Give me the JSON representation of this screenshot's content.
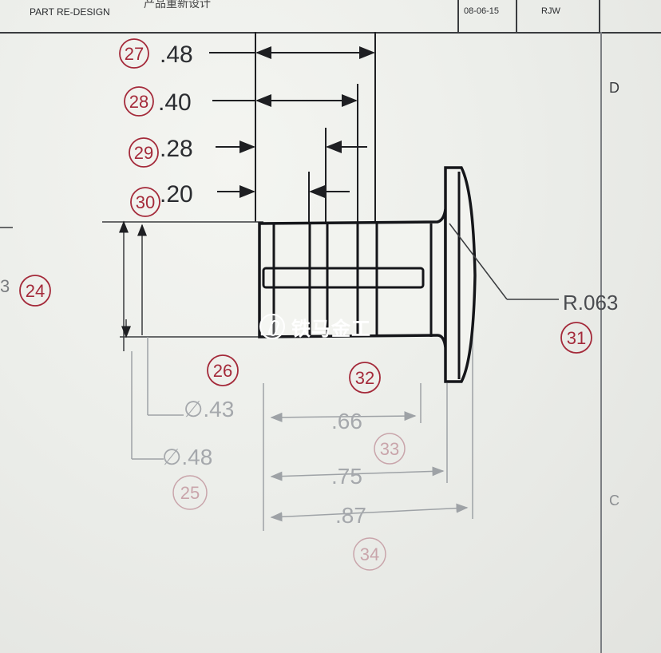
{
  "title_block": {
    "part_name": "PART RE-DESIGN",
    "part_name_cn": "产品重新设计",
    "date": "08-06-15",
    "drawn_by": "RJW"
  },
  "zones": {
    "d": "D",
    "c": "C"
  },
  "balloons": {
    "b24": "24",
    "b25": "25",
    "b26": "26",
    "b27": "27",
    "b28": "28",
    "b29": "29",
    "b30": "30",
    "b31": "31",
    "b32": "32",
    "b33": "33",
    "b34": "34",
    "edge": "3"
  },
  "dimensions": {
    "d27": ".48",
    "d28": ".40",
    "d29": ".28",
    "d30": ".20",
    "radius": "R.063",
    "dia_43": "∅.43",
    "dia_48": "∅.48",
    "len_66": ".66",
    "len_75": ".75",
    "len_87": ".87"
  },
  "watermark": {
    "text": "铁马金工"
  },
  "colors": {
    "balloon_red": "#a42a3a",
    "ink": "#1e1f22",
    "faded_ink": "#9ea2a6"
  }
}
